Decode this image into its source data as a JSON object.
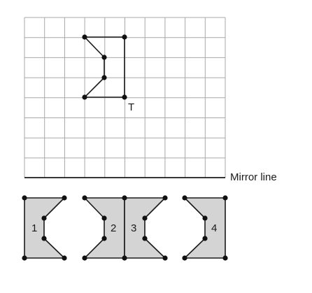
{
  "labels": {
    "point_label": "T",
    "mirror_line": "Mirror line",
    "options": [
      "1",
      "2",
      "3",
      "4"
    ]
  },
  "colors": {
    "grid": "#a8a8a8",
    "shape_fill": "#d4d4d4",
    "ink": "#1a1a1a"
  }
}
